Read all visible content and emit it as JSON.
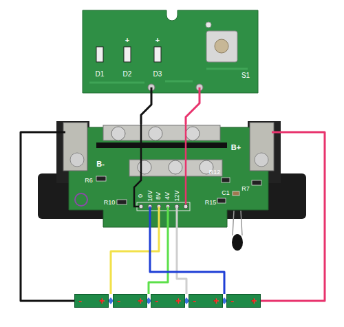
{
  "diagram": {
    "nodes": [
      {
        "text": [
          "D1",
          "D2",
          "D3",
          "S1",
          "+",
          "+"
        ]
      },
      {
        "text": [
          "B-",
          "B+",
          "R6",
          "R10",
          "R12",
          "R7",
          "R15",
          "C1",
          "0",
          "16V",
          "8V",
          "4V",
          "12V"
        ]
      },
      {
        "text": [
          "-",
          "+"
        ]
      },
      {
        "text": [
          "-",
          "+"
        ]
      },
      {
        "text": [
          "-",
          "+"
        ]
      },
      {
        "text": [
          "-",
          "+"
        ]
      },
      {
        "text": [
          "-",
          "+"
        ]
      }
    ],
    "edges": [
      {
        "from": 0,
        "to": 1,
        "arrow": "none"
      },
      {
        "from": 0,
        "to": 1,
        "arrow": "none"
      },
      {
        "from": 1,
        "to": 2,
        "arrow": "none"
      },
      {
        "from": 1,
        "to": 3,
        "arrow": "none"
      },
      {
        "from": 1,
        "to": 4,
        "arrow": "none"
      },
      {
        "from": 1,
        "to": 5,
        "arrow": "none"
      },
      {
        "from": 1,
        "to": 6,
        "arrow": "none"
      },
      {
        "from": 1,
        "to": 6,
        "arrow": "none"
      }
    ]
  }
}
